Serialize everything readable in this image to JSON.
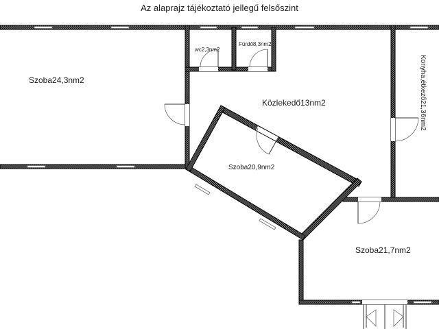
{
  "title": "Az alaprajz tájékoztató jellegű felsőszint",
  "rooms": {
    "szoba_a": "Szoba24,3nm2",
    "wc": "wc2,3nm2",
    "furdo": "Fürdő8,3nm2",
    "kozlekedo": "Közlekedő13nm2",
    "szoba_b": "Szoba20,9nm2",
    "konyha": "Konyha,étkező21,36nm2",
    "szoba_c": "Szoba21,7nm2"
  }
}
